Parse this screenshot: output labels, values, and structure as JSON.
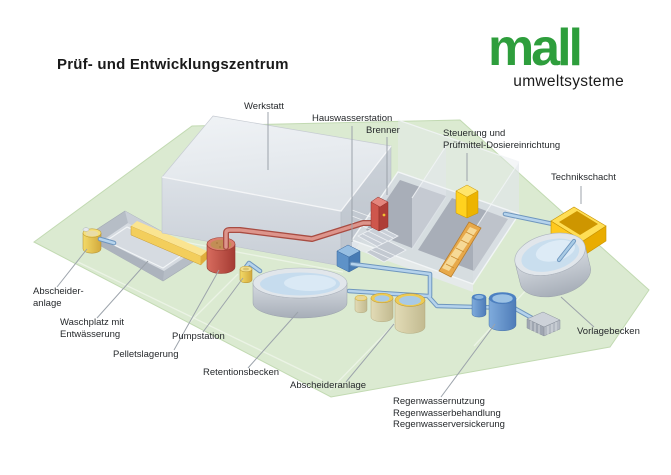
{
  "header": {
    "title": "Prüf- und Entwicklungszentrum",
    "logo": {
      "brand": "mall",
      "subtitle": "umweltsysteme"
    }
  },
  "labels": {
    "werkstatt": "Werkstatt",
    "hauswasserstation": "Hauswasserstation",
    "brenner": "Brenner",
    "steuerung_1": "Steuerung und",
    "steuerung_2": "Prüfmittel-Dosiereinrichtung",
    "technikschacht": "Technikschacht",
    "abscheider_left_1": "Abscheider-",
    "abscheider_left_2": "anlage",
    "waschplatz_1": "Waschplatz mit",
    "waschplatz_2": "Entwässerung",
    "pumpstation": "Pumpstation",
    "pelletslagerung": "Pelletslagerung",
    "retentionsbecken": "Retentionsbecken",
    "abscheideranlage": "Abscheideranlage",
    "regenwasser_1": "Regenwassernutzung",
    "regenwasser_2": "Regenwasserbehandlung",
    "regenwasser_3": "Regenwasserversickerung",
    "vorlagebecken": "Vorlagebecken"
  },
  "colors": {
    "brand_green": "#2E9E3C",
    "lawn": "#DBEAD1",
    "roof_gray": "#EDF0F3",
    "building_gray": "#D7DCE2",
    "accent_yellow": "#FFD21E",
    "accent_red": "#C8544A",
    "pipe_blue": "#B5D3EC",
    "water_blue": "#C6DCEE",
    "tank_tan": "#D9D2AC",
    "tank_blue": "#6D9ED6"
  }
}
